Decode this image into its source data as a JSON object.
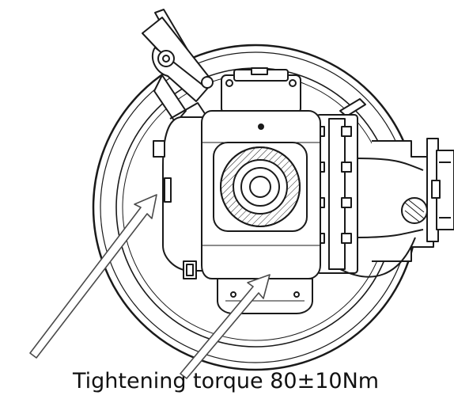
{
  "caption": {
    "text": "Tightening torque 80±10Nm"
  },
  "colors": {
    "line": "#1a1a1a",
    "arrow_fill": "#ffffff",
    "arrow_stroke": "#4a4a4a",
    "background": "#ffffff",
    "caption_text": "#111111"
  },
  "figure": {
    "subject": "robot joint / gearbox assembly, mechanical line drawing",
    "arrows": [
      {
        "name": "left-torque-arrow",
        "points_to": "left mounting bolt"
      },
      {
        "name": "bottom-torque-arrow",
        "points_to": "bottom mounting bolt"
      }
    ]
  }
}
